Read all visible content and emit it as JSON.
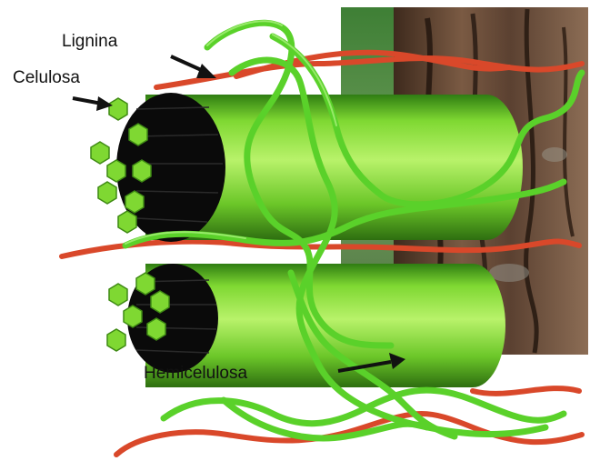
{
  "labels": {
    "lignin": "Lignina",
    "cellulose": "Celulosa",
    "hemicellulose": "Hemicelulosa"
  },
  "colors": {
    "cellulose_green": "#7fd832",
    "cellulose_dark": "#4f9a1c",
    "fiber_end": "#0a0a0a",
    "hemicellulose": "#5ad12a",
    "lignin": "#d9482a",
    "bark": "#6b4a34",
    "foliage": "#2f6b2a"
  },
  "icons": {
    "microfibril": "hexagon-icon",
    "pointer": "arrow-icon",
    "photo": "tree-bark-photo"
  }
}
